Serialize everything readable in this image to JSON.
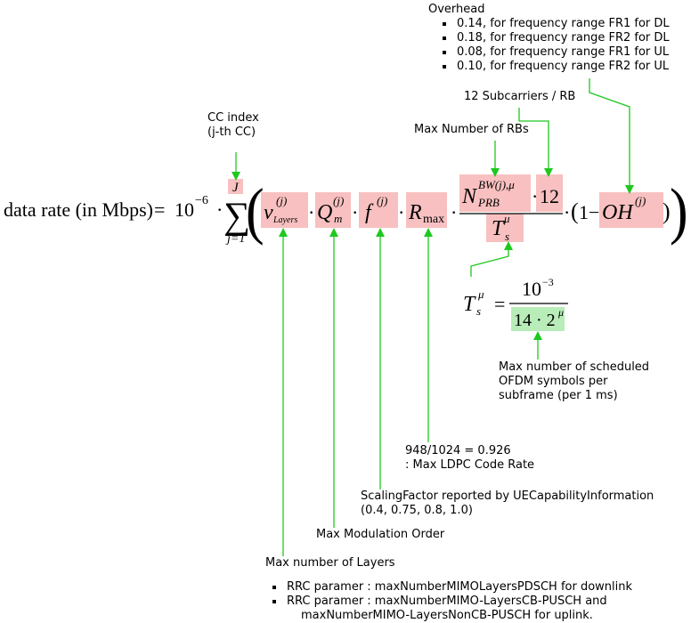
{
  "formula": {
    "lhs": "data rate (in Mbps)",
    "equals": "=",
    "factor_base": "10",
    "factor_exp": "−6",
    "sum_upper": "J",
    "sum_lower": "j=1",
    "sum_symbol": "∑",
    "v": "v",
    "v_sup": "(j)",
    "v_sub": "Layers",
    "q": "Q",
    "q_sup": "(j)",
    "q_sub": "m",
    "f": "f",
    "f_sup": "(j)",
    "r": "R",
    "r_sub": "max",
    "n": "N",
    "n_sup": "BW(j),μ",
    "n_sub": "PRB",
    "twelve": "12",
    "t": "T",
    "t_sup": "μ",
    "t_sub": "s",
    "one_minus": "1−",
    "oh": "OH",
    "oh_sup": "(j)"
  },
  "ts_formula": {
    "t": "T",
    "t_sub": "s",
    "t_sup": "μ",
    "equals": "=",
    "num_base": "10",
    "num_exp": "−3",
    "den": "14 · 2",
    "den_exp": "μ"
  },
  "annotations": {
    "overhead_title": "Overhead",
    "overhead_items": [
      "0.14, for frequency range FR1 for DL",
      "0.18, for frequency range FR2 for DL",
      "0.08, for frequency range FR1 for UL",
      "0.10, for frequency range FR2 for UL"
    ],
    "subcarriers": "12 Subcarriers / RB",
    "max_rbs": "Max Number of RBs",
    "cc_index_line1": "CC index",
    "cc_index_line2": "(j-th CC)",
    "max_symbols_line1": "Max number of scheduled",
    "max_symbols_line2": "OFDM symbols per",
    "max_symbols_line3": "subframe (per 1 ms)",
    "code_rate_line1": "948/1024 = 0.926",
    "code_rate_line2": ": Max LDPC Code Rate",
    "scaling_line1": "ScalingFactor reported by UECapabilityInformation",
    "scaling_line2": "(0.4, 0.75, 0.8, 1.0)",
    "modulation": "Max Modulation Order",
    "layers": "Max number of Layers",
    "rrc_items": [
      "RRC paramer : maxNumberMIMOLayersPDSCH for downlink",
      "RRC paramer : maxNumberMIMO-LayersCB-PUSCH and"
    ],
    "rrc_continuation": "maxNumberMIMO-LayersNonCB-PUSCH for uplink."
  },
  "colors": {
    "highlight_pink": "#f8c0c0",
    "highlight_green": "#b8ecb8",
    "arrow_green": "#1ec81e"
  }
}
